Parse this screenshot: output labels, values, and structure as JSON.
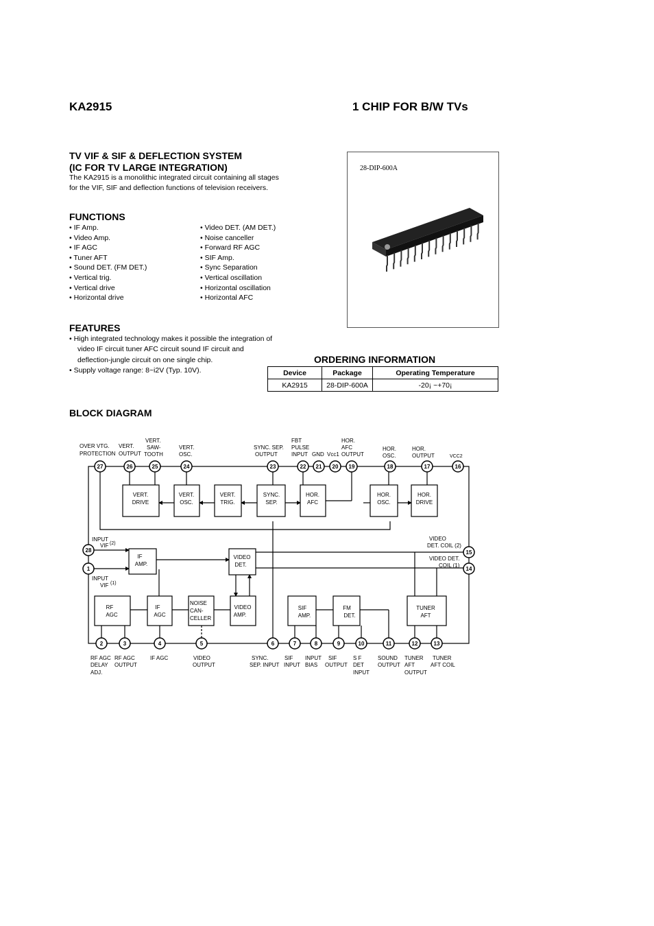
{
  "header": {
    "part": "KA2915",
    "subtitle": "1 CHIP FOR B/W TVs"
  },
  "intro": {
    "title1": "TV VIF & SIF & DEFLECTION SYSTEM",
    "title2": "(IC FOR TV LARGE INTEGRATION)",
    "line1": "The KA2915 is a monolithic integrated circuit containing all stages",
    "line2": "for the VIF, SIF and deflection functions of television receivers."
  },
  "package": {
    "label": "28-DIP-600A"
  },
  "functions": {
    "heading": "FUNCTIONS",
    "left": [
      "• IF Amp.",
      "• Video Amp.",
      "• IF AGC",
      "• Tuner AFT",
      "• Sound DET. (FM DET.)",
      "• Vertical trig.",
      "• Vertical drive",
      "• Horizontal drive"
    ],
    "right": [
      "• Video DET. (AM DET.)",
      "• Noise canceller",
      "• Forward RF AGC",
      "• SIF Amp.",
      "• Sync Separation",
      "• Vertical oscillation",
      "• Horizontal oscillation",
      "• Horizontal AFC"
    ]
  },
  "features": {
    "heading": "FEATURES",
    "lines": [
      "• High integrated technology makes it possible the integration of",
      "video IF circuit tuner AFC circuit sound IF circuit and",
      "deflection-jungle circuit on one single chip.",
      "• Supply voltage range: 8~i2V (Typ. 10V)."
    ]
  },
  "ordering": {
    "heading": "ORDERING INFORMATION",
    "columns": [
      "Device",
      "Package",
      "Operating Temperature"
    ],
    "row": [
      "KA2915",
      "28-DIP-600A",
      "-20¡   ~+70¡"
    ]
  },
  "block_diagram": {
    "heading": "BLOCK DIAGRAM",
    "blocks": {
      "vert_drive": [
        "VERT.",
        "DRIVE"
      ],
      "vert_osc": [
        "VERT.",
        "OSC."
      ],
      "vert_trig": [
        "VERT.",
        "TRIG."
      ],
      "sync_sep": [
        "SYNC.",
        "SEP."
      ],
      "hor_afc": [
        "HOR.",
        "AFC"
      ],
      "hor_osc": [
        "HOR.",
        "OSC."
      ],
      "hor_drive": [
        "HOR.",
        "DRIVE"
      ],
      "if_amp": [
        "IF",
        "AMP."
      ],
      "video_det": [
        "VIDEO",
        "DET."
      ],
      "rf_agc": [
        "RF",
        "AGC"
      ],
      "if_agc": [
        "IF",
        "AGC"
      ],
      "noise_canceller": [
        "NOISE",
        "CAN-",
        "CELLER"
      ],
      "video_amp": [
        "VIDEO",
        "AMP."
      ],
      "sif_amp": [
        "SIF",
        "AMP."
      ],
      "fm_det": [
        "FM",
        "DET."
      ],
      "tuner_aft": [
        "TUNER",
        "AFT"
      ]
    },
    "pins": {
      "p1": "1",
      "p2": "2",
      "p3": "3",
      "p4": "4",
      "p5": "5",
      "p6": "6",
      "p7": "7",
      "p8": "8",
      "p9": "9",
      "p10": "10",
      "p11": "11",
      "p12": "12",
      "p13": "13",
      "p14": "14",
      "p15": "15",
      "p16": "16",
      "p17": "17",
      "p18": "18",
      "p19": "19",
      "p20": "20",
      "p21": "21",
      "p22": "22",
      "p23": "23",
      "p24": "24",
      "p25": "25",
      "p26": "26",
      "p27": "27",
      "p28": "28"
    },
    "labels": {
      "over_vtg": [
        "OVER VTG.",
        "PROTECTION"
      ],
      "vert_output": [
        "VERT.",
        "OUTPUT"
      ],
      "vert_sawtooth": [
        "VERT.",
        "SAW-",
        "TOOTH"
      ],
      "vert_osc_pin": [
        "VERT.",
        "OSC."
      ],
      "sync_sep_output": [
        "SYNC. SEP.",
        "OUTPUT"
      ],
      "fbt_pulse": [
        "FBT",
        "PULSE",
        "INPUT"
      ],
      "gnd": "GND",
      "vcc1": "Vcc1",
      "hor_afc_output": [
        "HOR.",
        "AFC",
        "OUTPUT"
      ],
      "hor_osc_pin": [
        "HOR.",
        "OSC."
      ],
      "hor_output": [
        "HOR.",
        "OUTPUT"
      ],
      "vcc2": "VCC2",
      "input_vif2": [
        "INPUT",
        "VIF",
        "(2)"
      ],
      "input_vif1": [
        "INPUT",
        "VIF",
        "(1)"
      ],
      "video_det_coil2": [
        "VIDEO",
        "DET. COIL (2)"
      ],
      "video_det_coil1": [
        "VIDEO DET.",
        "COIL (1)"
      ],
      "rf_agc_delay": [
        "RF AGC",
        "DELAY",
        "ADJ."
      ],
      "rf_agc_output": [
        "RF AGC",
        "OUTPUT"
      ],
      "if_agc_pin": "IF AGC",
      "video_output": [
        "VIDEO",
        "OUTPUT"
      ],
      "sync_sep_input": [
        "SYNC.",
        "SEP. INPUT"
      ],
      "sif_input": [
        "SIF",
        "INPUT"
      ],
      "input_bias": [
        "INPUT",
        "BIAS"
      ],
      "sif_output": [
        "SIF",
        "OUTPUT"
      ],
      "sif_det_input": [
        "S F",
        "DET",
        "INPUT"
      ],
      "sound_output": [
        "SOUND",
        "OUTPUT"
      ],
      "tuner_aft_output": [
        "TUNER",
        "AFT",
        "OUTPUT"
      ],
      "tuner_aft_coil": [
        "TUNER",
        "AFT COIL"
      ]
    }
  }
}
